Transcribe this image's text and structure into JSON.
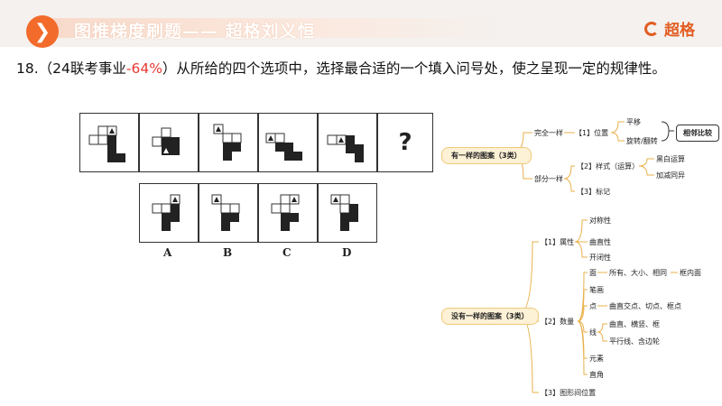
{
  "header": {
    "arrow_glyph": "❯",
    "title": "图推梯度刷题—— 超格刘义恒",
    "logo_text": "超格",
    "accent": "#f26b2b"
  },
  "question": {
    "prefix": "18.（24联考事业",
    "percent": "-64%",
    "suffix": "）从所给的四个选项中，选择最合适的一个填入问号处，使之呈现一定的规律性。"
  },
  "puzzle": {
    "question_mark": "?",
    "options": [
      "A",
      "B",
      "C",
      "D"
    ]
  },
  "mindmap": {
    "root1": "有一样的图案（3类）",
    "b1": "完全一样",
    "b1_1": "【1】位置",
    "b1_1a": "平移",
    "b1_1b": "旋转/翻转",
    "b1_tag": "相邻比较",
    "b2": "部分一样",
    "b2_1": "【2】样式（运算）",
    "b2_1a": "黑白运算",
    "b2_1b": "加减同异",
    "b2_2": "【3】标记",
    "root2": "没有一样的图案（3类）",
    "c1": "【1】属性",
    "c1a": "对称性",
    "c1b": "曲直性",
    "c1c": "开闭性",
    "c2": "【2】数量",
    "c2a": "面",
    "c2a1": "所有、大小、相同",
    "c2a2": "框内面",
    "c2b": "笔画",
    "c2c": "点",
    "c2c1": "曲直交点、切点、框点",
    "c2d": "线",
    "c2d1": "曲直、横竖、框",
    "c2d2": "平行线、含边轮",
    "c2e": "元素",
    "c2f": "直角",
    "c3": "【3】图形间位置"
  }
}
